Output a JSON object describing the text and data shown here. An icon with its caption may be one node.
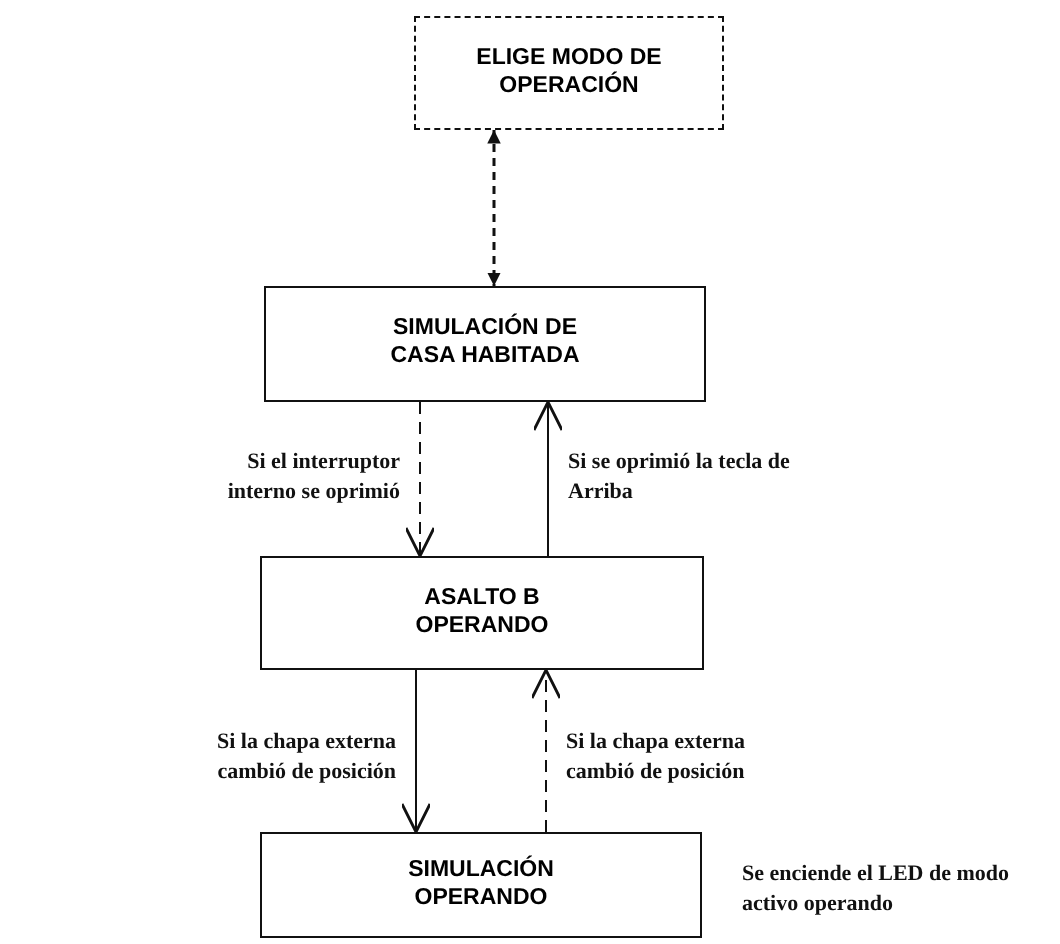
{
  "diagram": {
    "nodes": [
      {
        "text": [
          "ELIGE MODO DE OPERACIÓN"
        ]
      },
      {
        "text": [
          "SIMULACIÓN DE CASA HABITADA"
        ]
      },
      {
        "text": [
          "ASALTO B OPERANDO"
        ]
      },
      {
        "text": [
          "SIMULACIÓN OPERANDO"
        ],
        "beside": [
          "Se enciende el LED de modo activo operando"
        ]
      }
    ],
    "edges": [
      {
        "from": 0,
        "to": 1,
        "arrow": "both",
        "style": "dashed"
      },
      {
        "from": 1,
        "to": 2,
        "arrow": "to",
        "style": "dashed",
        "label": "Si el interruptor interno se oprimió"
      },
      {
        "from": 2,
        "to": 1,
        "arrow": "to",
        "label": "Si se oprimió la tecla de Arriba"
      },
      {
        "from": 2,
        "to": 3,
        "arrow": "to",
        "label": "Si la chapa externa cambió de posición"
      },
      {
        "from": 3,
        "to": 2,
        "arrow": "to",
        "style": "dashed",
        "label": "Si la chapa externa cambió de posición"
      }
    ]
  }
}
